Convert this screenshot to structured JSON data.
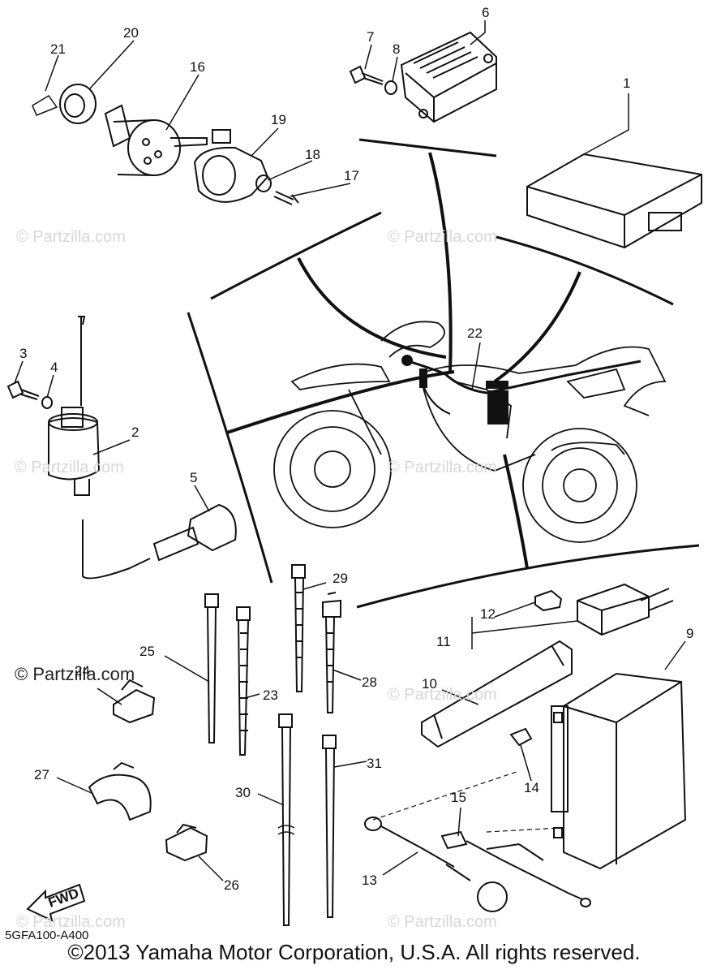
{
  "diagram": {
    "part_numbers": [
      "1",
      "2",
      "3",
      "4",
      "5",
      "6",
      "7",
      "8",
      "9",
      "10",
      "11",
      "12",
      "13",
      "14",
      "15",
      "16",
      "17",
      "18",
      "19",
      "20",
      "21",
      "22",
      "23",
      "24",
      "25",
      "26",
      "27",
      "28",
      "29",
      "30",
      "31"
    ],
    "diagram_code": "5GFA100-A400",
    "fwd_label": "FWD",
    "watermark": "© Partzilla.com",
    "watermark_dark": "© Partzilla.com",
    "copyright": "©2013 Yamaha Motor Corporation, U.S.A. All rights reserved."
  }
}
